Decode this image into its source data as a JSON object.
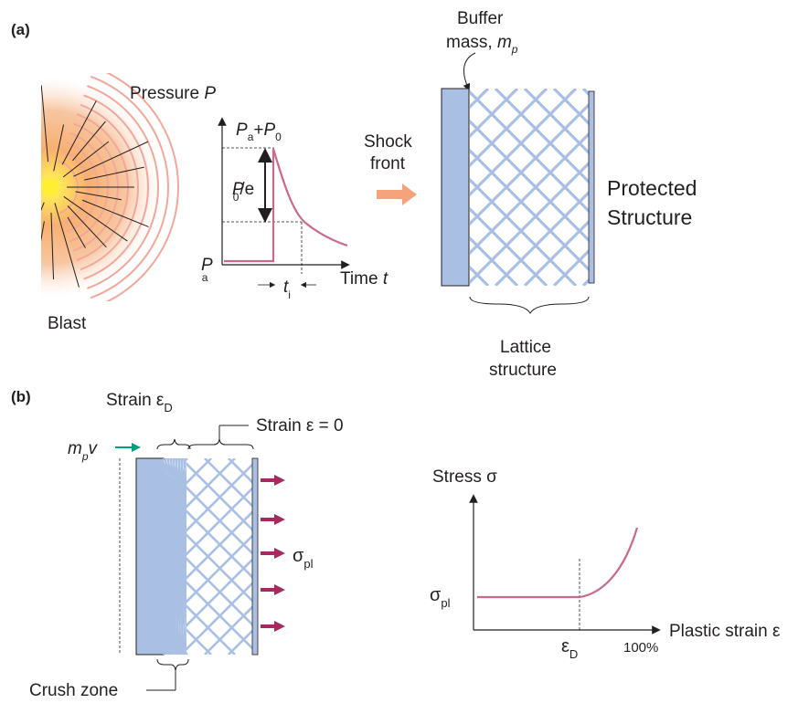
{
  "panel_a": {
    "label": "(a)",
    "blast": "Blast",
    "pressure": "Pressure",
    "pressure_sym": "P",
    "plot": {
      "peak_P": "P",
      "peak_a": "a",
      "peak_plus": "+",
      "peak_P2": "P",
      "peak_0": "0",
      "decay_P": "P",
      "decay_0": "0",
      "decay_e": "/e",
      "base_P": "P",
      "base_a": "a",
      "time": "Time",
      "time_sym": "t",
      "ti_t": "t",
      "ti_i": "i"
    },
    "shock_front_1": "Shock",
    "shock_front_2": "front",
    "buffer_1": "Buffer",
    "buffer_2": "mass,",
    "buffer_m": "m",
    "buffer_p": "p",
    "protected_1": "Protected",
    "protected_2": "Structure",
    "lattice_1": "Lattice",
    "lattice_2": "structure"
  },
  "panel_b": {
    "label": "(b)",
    "strain_d": "Strain ε",
    "strain_d_sub": "D",
    "strain_zero": "Strain ε = 0",
    "mpv_m": "m",
    "mpv_p": "p",
    "mpv_v": "v",
    "sigma_pl": "σ",
    "sigma_pl_sub": "pl",
    "crush_zone": "Crush zone",
    "graph": {
      "ylabel": "Stress σ",
      "xlabel": "Plastic strain ε",
      "ytick": "σ",
      "ytick_sub": "pl",
      "xtick": "ε",
      "xtick_sub": "D",
      "xmax": "100%"
    }
  },
  "colors": {
    "plate": "#a9c0e4",
    "lattice": "#a9c0e4",
    "pressure_curve": "#c96a8a",
    "shock_arrow": "#f5a37a",
    "force_arrow": "#a52a5d",
    "mpv_arrow": "#00a07a",
    "stress_curve": "#c96a8a"
  }
}
